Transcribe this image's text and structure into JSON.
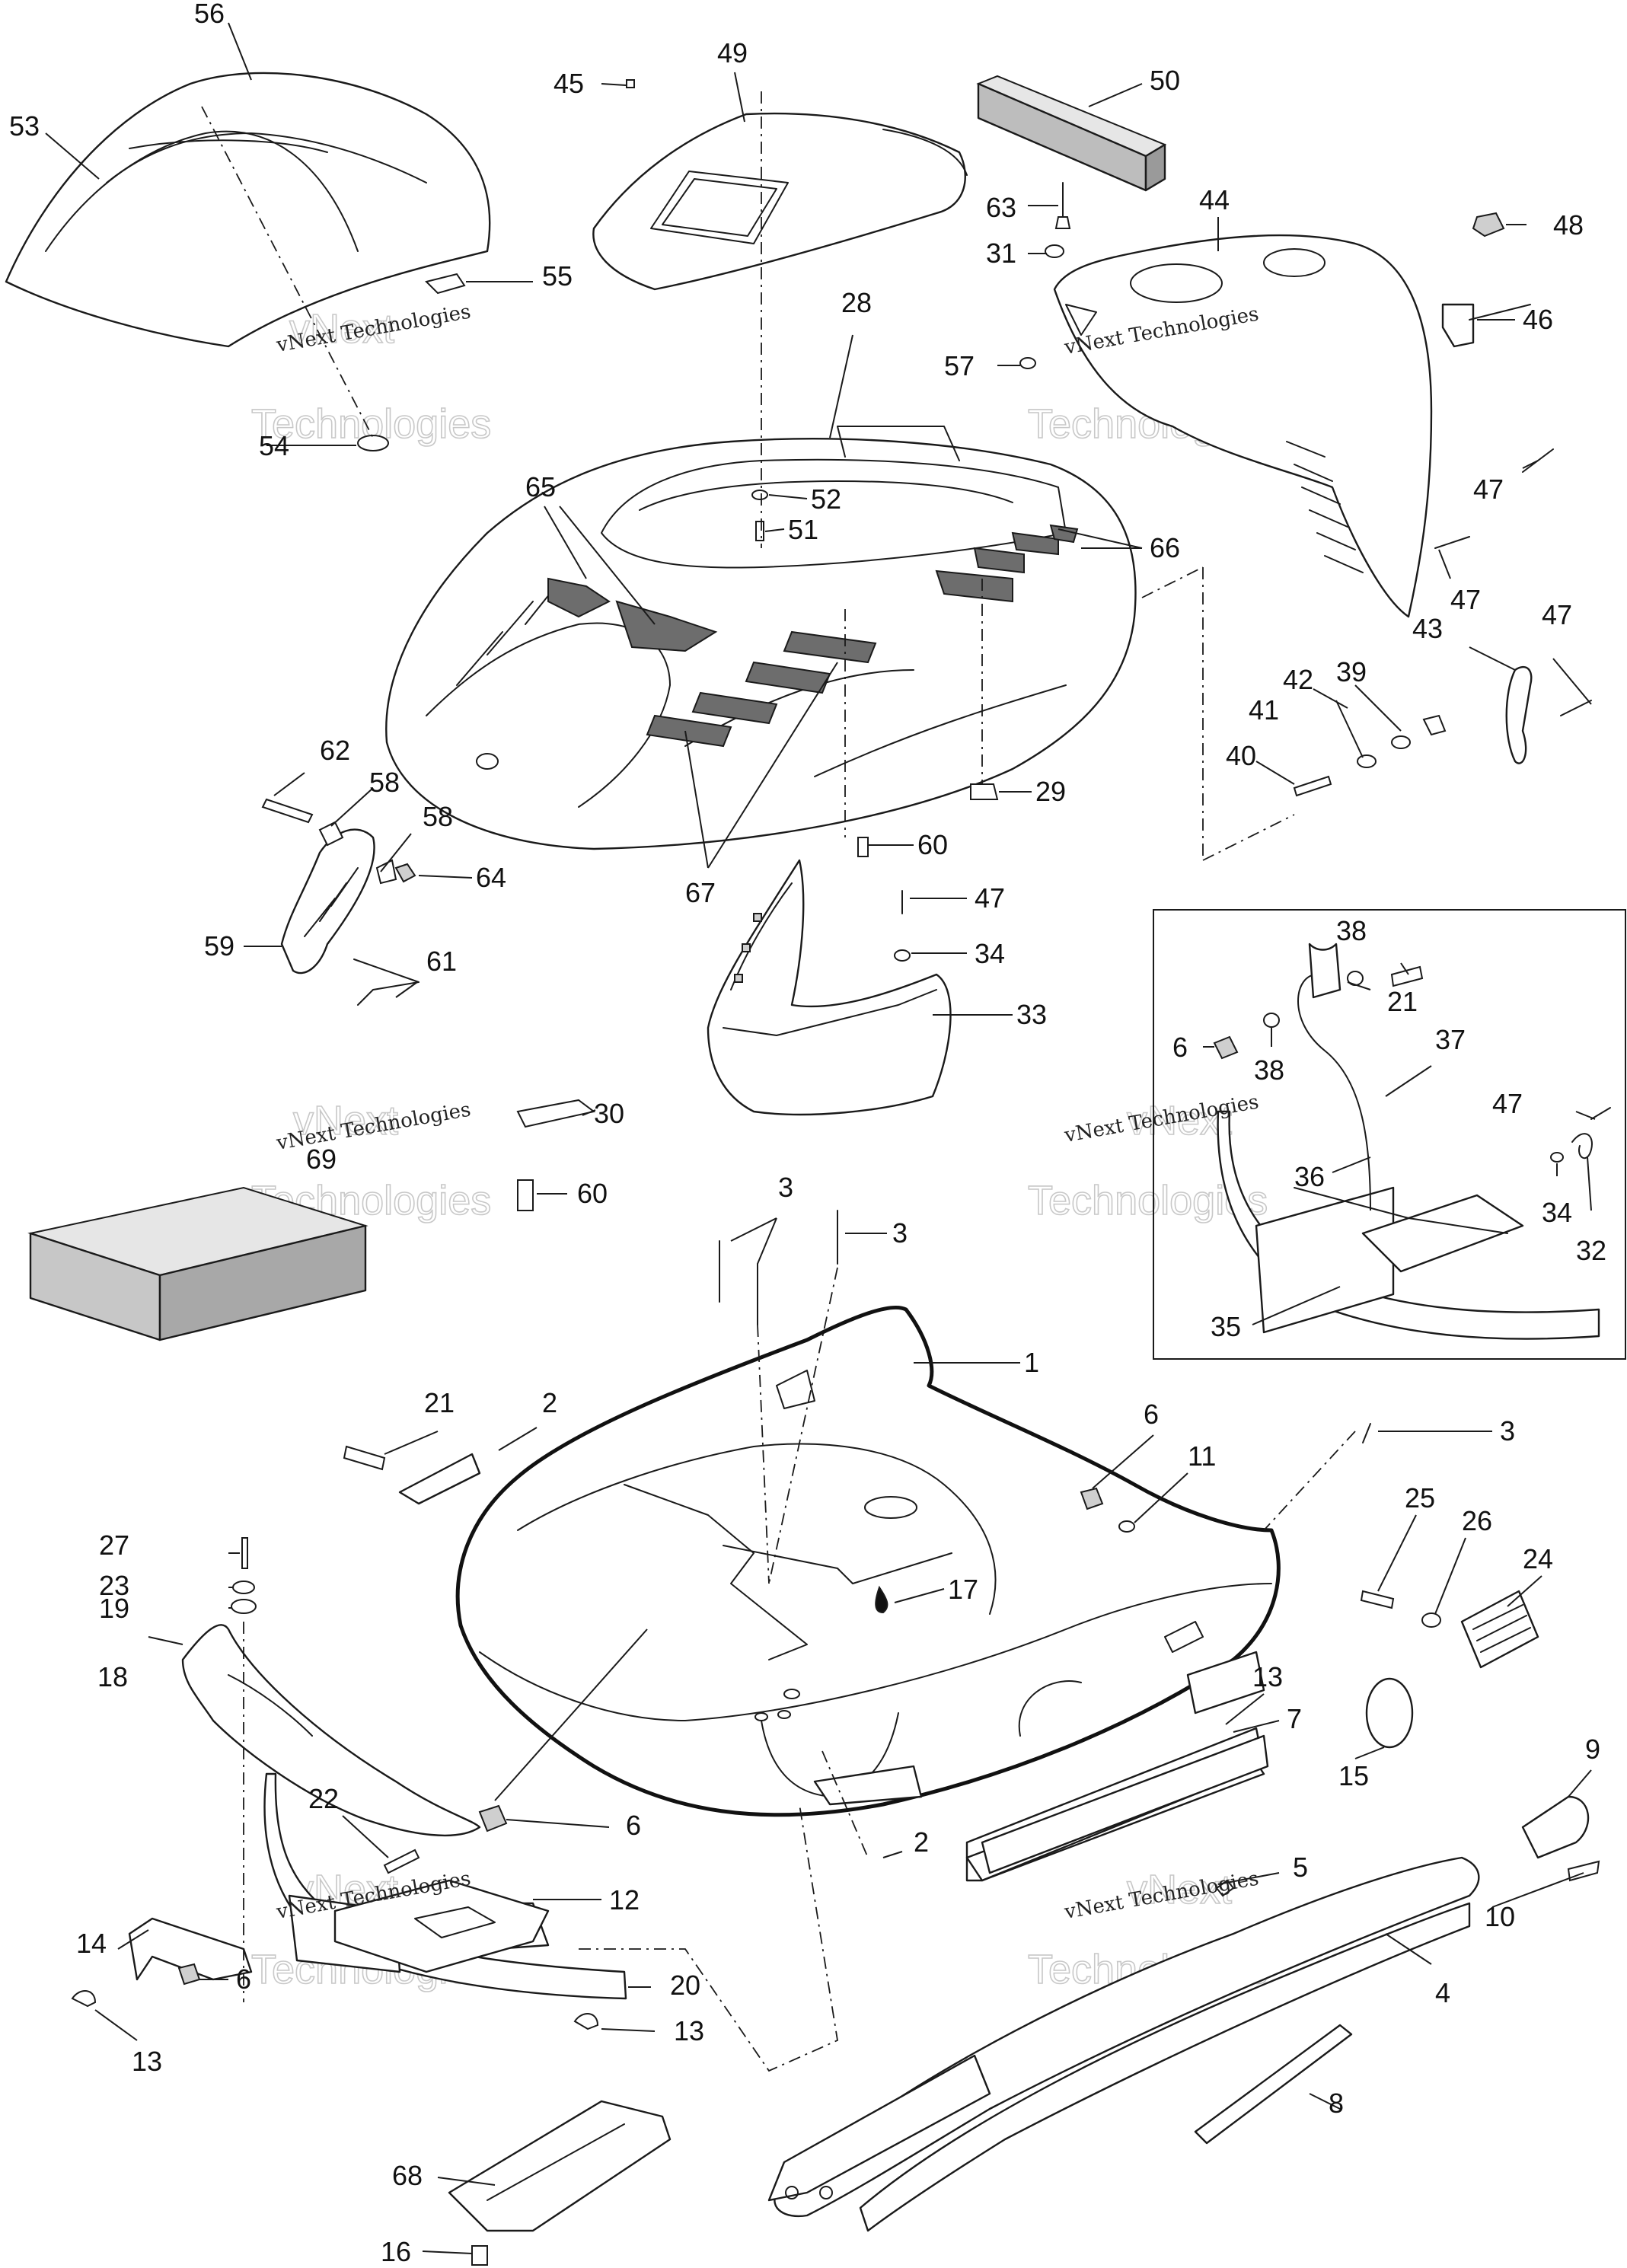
{
  "callouts": [
    "1",
    "2",
    "3",
    "4",
    "5",
    "6",
    "7",
    "8",
    "9",
    "10",
    "11",
    "12",
    "13",
    "14",
    "15",
    "16",
    "17",
    "18",
    "19",
    "20",
    "21",
    "22",
    "23",
    "24",
    "25",
    "26",
    "27",
    "28",
    "29",
    "30",
    "31",
    "32",
    "33",
    "34",
    "35",
    "36",
    "37",
    "38",
    "39",
    "40",
    "41",
    "42",
    "43",
    "44",
    "45",
    "46",
    "47",
    "48",
    "49",
    "50",
    "51",
    "52",
    "53",
    "54",
    "55",
    "56",
    "57",
    "58",
    "59",
    "60",
    "61",
    "62",
    "63",
    "64",
    "65",
    "66",
    "67",
    "68",
    "69"
  ],
  "watermark": {
    "small": "vNext Technologies",
    "large_line1": "vNext",
    "large_line2": "Technologies"
  }
}
